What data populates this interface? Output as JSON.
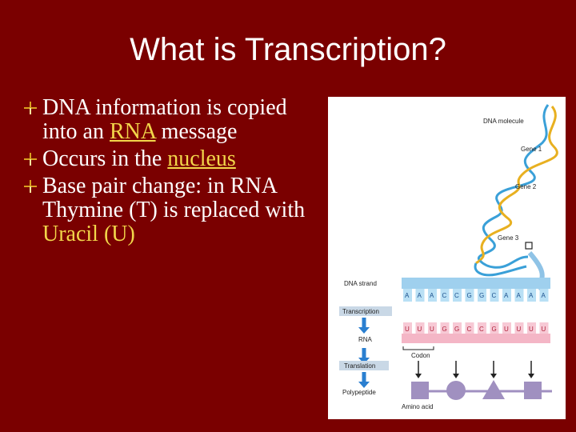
{
  "slide": {
    "title": "What is Transcription?"
  },
  "bullets": [
    {
      "parts": [
        "DNA information is copied into an ",
        "RNA",
        " message"
      ]
    },
    {
      "parts": [
        "Occurs in the ",
        "nucleus",
        ""
      ]
    },
    {
      "parts": [
        "Base pair change: in RNA Thymine (T) is replaced with ",
        "Uracil (U)",
        ""
      ]
    }
  ],
  "figure": {
    "labels": {
      "dna_molecule": "DNA molecule",
      "gene1": "Gene 1",
      "gene2": "Gene 2",
      "gene3": "Gene 3",
      "dna_strand": "DNA strand",
      "transcription": "Transcription",
      "rna": "RNA",
      "codon": "Codon",
      "translation": "Translation",
      "polypeptide": "Polypeptide",
      "amino_acid": "Amino acid"
    },
    "dna_bases": [
      "A",
      "A",
      "A",
      "C",
      "C",
      "G",
      "G",
      "C",
      "A",
      "A",
      "A",
      "A"
    ],
    "rna_bases": [
      "U",
      "U",
      "U",
      "G",
      "G",
      "C",
      "C",
      "G",
      "U",
      "U",
      "U",
      "U"
    ]
  },
  "colors": {
    "background": "#7a0000",
    "highlight": "#f2d64a",
    "dna_blue": "#3aa0d8",
    "rna_pink": "#e06a8a"
  }
}
